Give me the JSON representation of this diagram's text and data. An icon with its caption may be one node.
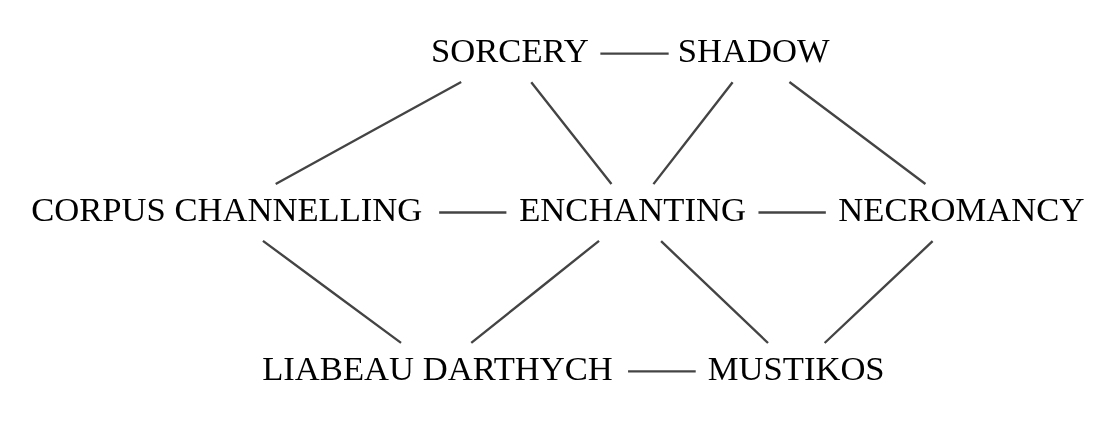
{
  "diagram": {
    "nodes": [
      {
        "text": [
          "SORCERY"
        ]
      },
      {
        "text": [
          "SHADOW"
        ]
      },
      {
        "text": [
          "CORPUS CHANNELLING"
        ]
      },
      {
        "text": [
          "ENCHANTING"
        ]
      },
      {
        "text": [
          "NECROMANCY"
        ]
      },
      {
        "text": [
          "LIABEAU DARTHYCH"
        ]
      },
      {
        "text": [
          "MUSTIKOS"
        ]
      }
    ],
    "edges": [
      {
        "from": 0,
        "to": 1,
        "arrow": "none"
      },
      {
        "from": 0,
        "to": 2,
        "arrow": "none"
      },
      {
        "from": 0,
        "to": 3,
        "arrow": "none"
      },
      {
        "from": 1,
        "to": 3,
        "arrow": "none"
      },
      {
        "from": 1,
        "to": 4,
        "arrow": "none"
      },
      {
        "from": 2,
        "to": 3,
        "arrow": "none"
      },
      {
        "from": 3,
        "to": 4,
        "arrow": "none"
      },
      {
        "from": 2,
        "to": 5,
        "arrow": "none"
      },
      {
        "from": 3,
        "to": 5,
        "arrow": "none"
      },
      {
        "from": 3,
        "to": 6,
        "arrow": "none"
      },
      {
        "from": 4,
        "to": 6,
        "arrow": "none"
      },
      {
        "from": 5,
        "to": 6,
        "arrow": "none"
      }
    ]
  }
}
